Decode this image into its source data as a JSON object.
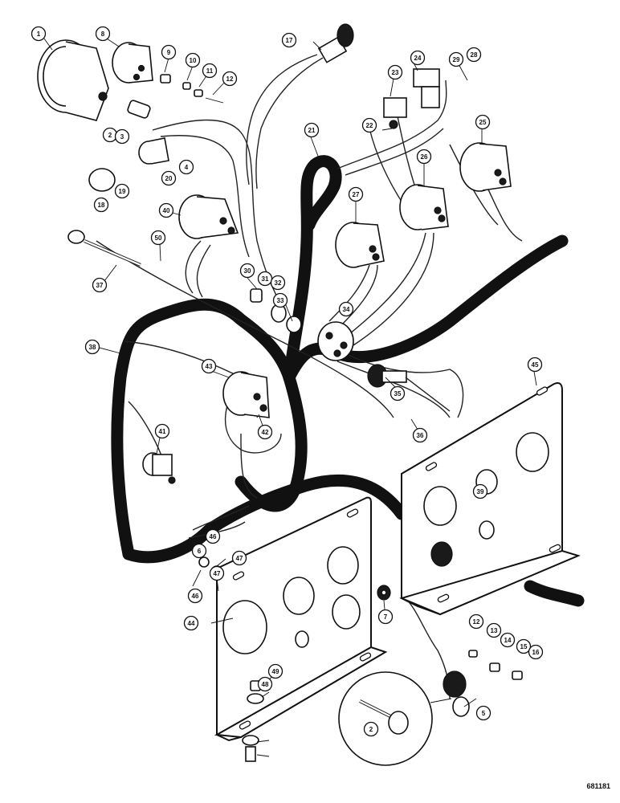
{
  "drawing_number": "681181",
  "callouts": [
    "1",
    "8",
    "9",
    "10",
    "11",
    "12",
    "2",
    "3",
    "20",
    "4",
    "19",
    "18",
    "17",
    "24",
    "29",
    "28",
    "23",
    "22",
    "21",
    "25",
    "26",
    "27",
    "40",
    "50",
    "30",
    "31",
    "32",
    "33",
    "34",
    "37",
    "38",
    "43",
    "42",
    "41",
    "35",
    "36",
    "39",
    "45",
    "46",
    "47",
    "48",
    "49",
    "44",
    "7",
    "12",
    "13",
    "14",
    "15",
    "16",
    "5",
    "2",
    "46",
    "47",
    "6"
  ]
}
